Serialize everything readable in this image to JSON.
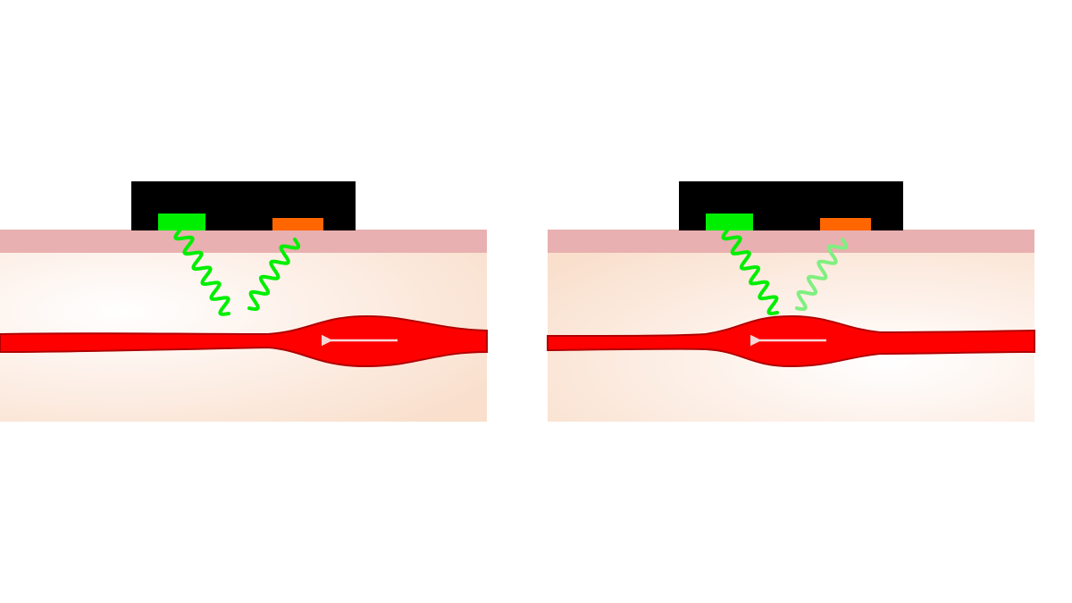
{
  "diagram": {
    "panels": [
      {
        "id": "left",
        "pulse_position": "near-right",
        "reflected_light": "strong"
      },
      {
        "id": "right",
        "pulse_position": "under-sensor",
        "reflected_light": "weak"
      }
    ],
    "colors": {
      "sensor_body": "#000000",
      "led": "#00ee00",
      "photodetector": "#ff6600",
      "skin_surface": "#e8b0b0",
      "tissue": "#fbe6d8",
      "artery": "#ff0000",
      "artery_outline": "#b00000",
      "light_wave": "#00ee00",
      "light_wave_faded": "#80ef80",
      "flow_arrow": "#f5d6d6"
    },
    "icons": {
      "flow_arrow": "arrow-left-icon",
      "light_wave": "wave-icon"
    }
  }
}
